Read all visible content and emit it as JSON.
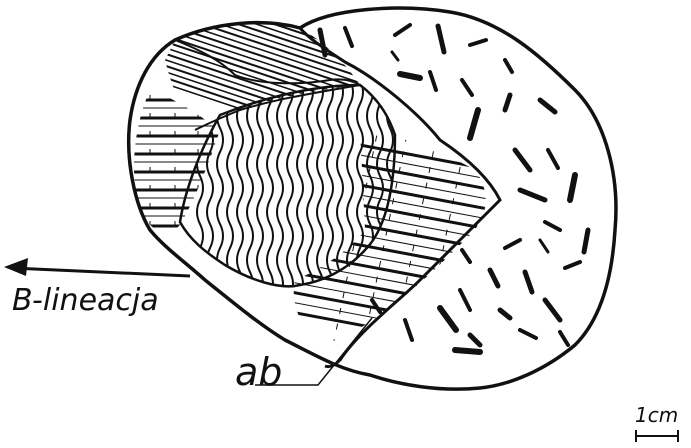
{
  "labels": {
    "lineation": "B-lineacja",
    "mineral": "ab",
    "scale": "1cm"
  },
  "colors": {
    "ink": "#111111",
    "paper": "#ffffff"
  }
}
